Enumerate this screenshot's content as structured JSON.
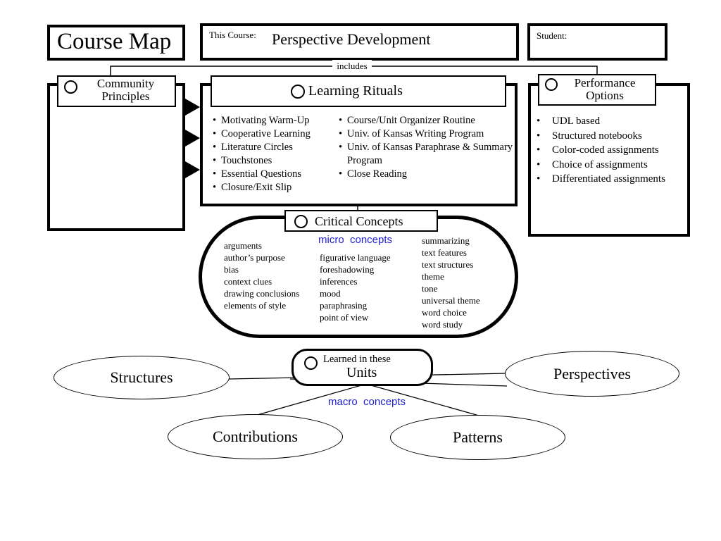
{
  "header": {
    "title": "Course Map",
    "course_label": "This Course:",
    "course_name": "Perspective Development",
    "student_label": "Student:"
  },
  "connector": {
    "includes": "includes"
  },
  "community": {
    "line1": "Community",
    "line2": "Principles"
  },
  "rituals": {
    "title": "Learning Rituals",
    "col1": [
      "Motivating Warm-Up",
      "Cooperative Learning",
      "Literature Circles",
      "Touchstones",
      "Essential Questions",
      "Closure/Exit Slip"
    ],
    "col2": [
      "Course/Unit Organizer Routine",
      "Univ. of Kansas Writing Program",
      "Univ. of Kansas Paraphrase & Summary Program",
      "Close Reading"
    ]
  },
  "performance": {
    "line1": "Performance",
    "line2": "Options",
    "items": [
      "UDL based",
      "Structured notebooks",
      "Color-coded assignments",
      "Choice of assignments",
      "Differentiated assignments"
    ]
  },
  "concepts": {
    "title": "Critical Concepts",
    "micro_label": "micro  concepts",
    "col1": [
      "arguments",
      "author’s purpose",
      "bias",
      "context clues",
      "drawing conclusions",
      "elements of style"
    ],
    "col2": [
      "figurative language",
      "foreshadowing",
      "inferences",
      "mood",
      "paraphrasing",
      "point of view"
    ],
    "col3": [
      "summarizing",
      "text features",
      "text structures",
      "theme",
      "tone",
      "universal theme",
      "word choice",
      "word study"
    ]
  },
  "units": {
    "line1": "Learned in these",
    "line2": "Units",
    "macro_label": "macro  concepts",
    "items": [
      "Structures",
      "Perspectives",
      "Contributions",
      "Patterns"
    ]
  }
}
